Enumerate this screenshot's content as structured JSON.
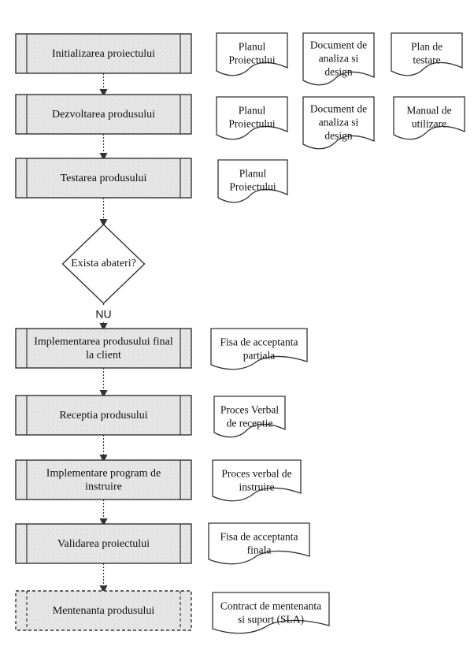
{
  "processes": [
    {
      "id": "p1",
      "lines": [
        "Initializarea proiectului"
      ],
      "style": "solid"
    },
    {
      "id": "p2",
      "lines": [
        "Dezvoltarea produsului"
      ],
      "style": "solid"
    },
    {
      "id": "p3",
      "lines": [
        "Testarea produsului"
      ],
      "style": "solid"
    },
    {
      "id": "p4",
      "lines": [
        "Implementarea produsului  final",
        "la client"
      ],
      "style": "solid"
    },
    {
      "id": "p5",
      "lines": [
        "Receptia produsului"
      ],
      "style": "solid"
    },
    {
      "id": "p6",
      "lines": [
        "Implementare program de",
        "instruire"
      ],
      "style": "solid"
    },
    {
      "id": "p7",
      "lines": [
        "Validarea proiectului"
      ],
      "style": "solid"
    },
    {
      "id": "p8",
      "lines": [
        "Mentenanta produsului"
      ],
      "style": "dashed"
    }
  ],
  "decision": {
    "id": "d1",
    "lines": [
      "Exista abateri?"
    ],
    "branch_label": "NU"
  },
  "documents": [
    {
      "id": "doc-planul-proiectului-1",
      "row": "p1",
      "lines": [
        "Planul",
        "Proiectului"
      ]
    },
    {
      "id": "doc-analiza-design-1",
      "row": "p1",
      "lines": [
        "Document de",
        "analiza si",
        "design"
      ]
    },
    {
      "id": "doc-plan-testare",
      "row": "p1",
      "lines": [
        "Plan de",
        "testare"
      ]
    },
    {
      "id": "doc-planul-proiectului-2",
      "row": "p2",
      "lines": [
        "Planul",
        "Proiectului"
      ]
    },
    {
      "id": "doc-analiza-design-2",
      "row": "p2",
      "lines": [
        "Document de",
        "analiza si",
        "design"
      ]
    },
    {
      "id": "doc-manual-utilizare",
      "row": "p2",
      "lines": [
        "Manual de",
        "utilizare"
      ]
    },
    {
      "id": "doc-planul-proiectului-3",
      "row": "p3",
      "lines": [
        "Planul",
        "Proiectului"
      ]
    },
    {
      "id": "doc-fisa-acceptanta-partiala",
      "row": "p4",
      "lines": [
        "Fisa de acceptanta",
        "partiala"
      ]
    },
    {
      "id": "doc-proces-verbal-receptie",
      "row": "p5",
      "lines": [
        "Proces Verbal",
        "de receptie"
      ]
    },
    {
      "id": "doc-proces-verbal-instruire",
      "row": "p6",
      "lines": [
        "Proces verbal de",
        "instruire"
      ]
    },
    {
      "id": "doc-fisa-acceptanta-finala",
      "row": "p7",
      "lines": [
        "Fisa de acceptanta",
        "finala"
      ]
    },
    {
      "id": "doc-contract-mentenanta",
      "row": "p8",
      "lines": [
        "Contract de mentenanta",
        "si suport (SLA)"
      ]
    }
  ],
  "colors": {
    "box_fill": "#e8e8e8",
    "stroke": "#333333",
    "doc_fill": "#ffffff"
  }
}
